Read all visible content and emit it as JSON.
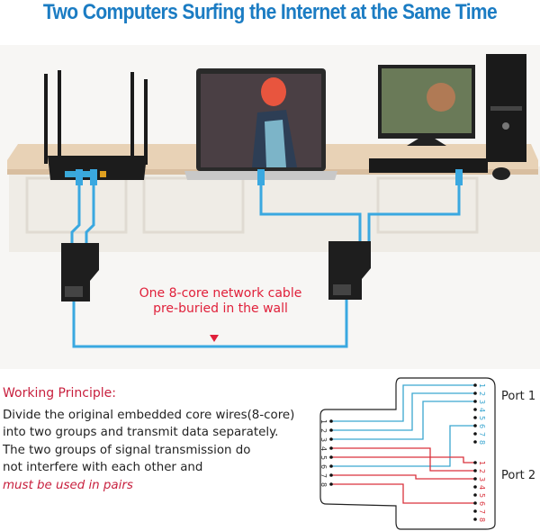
{
  "title": "Two Computers Surfing the Internet at the Same Time",
  "cable_note": {
    "line1": "One 8-core network cable",
    "line2": "pre-buried in the wall"
  },
  "working_principle": {
    "heading": "Working  Principle:",
    "lines": [
      "Divide the original embedded core wires(8-core)",
      "into two groups and transmit data separately.",
      "The two groups of signal transmission do",
      "not interfere with each other and"
    ],
    "emphasis": "must be used in pairs"
  },
  "wiring": {
    "port1_label": "Port 1",
    "port2_label": "Port 2",
    "pins": [
      "1",
      "2",
      "3",
      "4",
      "5",
      "6",
      "7",
      "8"
    ],
    "colors": {
      "group1": "#3aa6d0",
      "group2": "#d9323c"
    }
  },
  "colors": {
    "title": "#1b7cc3",
    "cable": "#3aa8e0",
    "note": "#e0203a"
  }
}
